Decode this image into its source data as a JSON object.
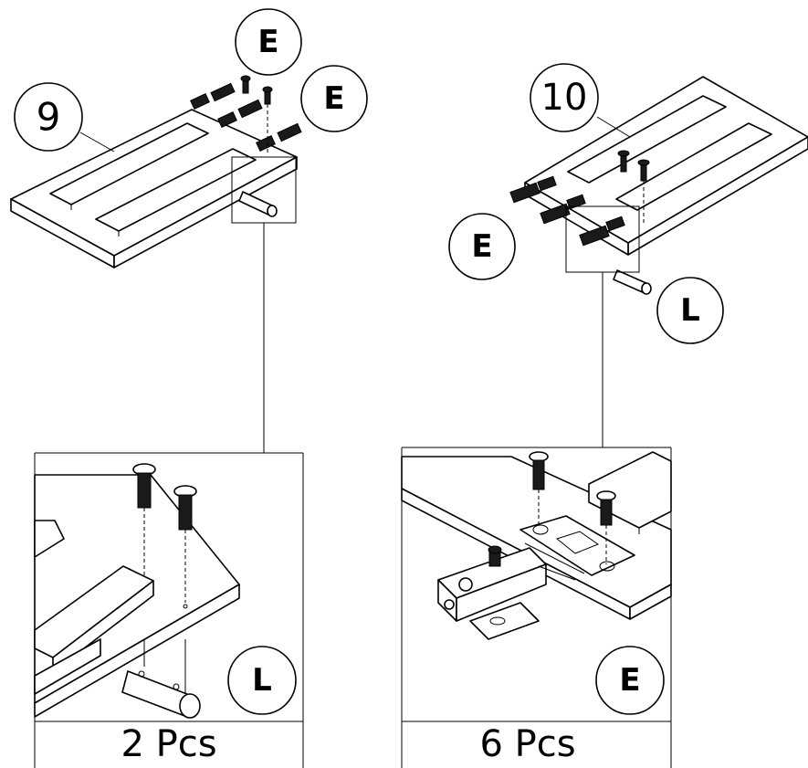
{
  "steps": {
    "left": {
      "number": "9",
      "hinge_label_top": "E",
      "hinge_label_right": "E"
    },
    "right": {
      "number": "10",
      "hinge_label": "E",
      "pin_label": "L"
    }
  },
  "details": {
    "left": {
      "label": "L",
      "quantity": "2 Pcs"
    },
    "right": {
      "label": "E",
      "quantity": "6 Pcs"
    }
  }
}
